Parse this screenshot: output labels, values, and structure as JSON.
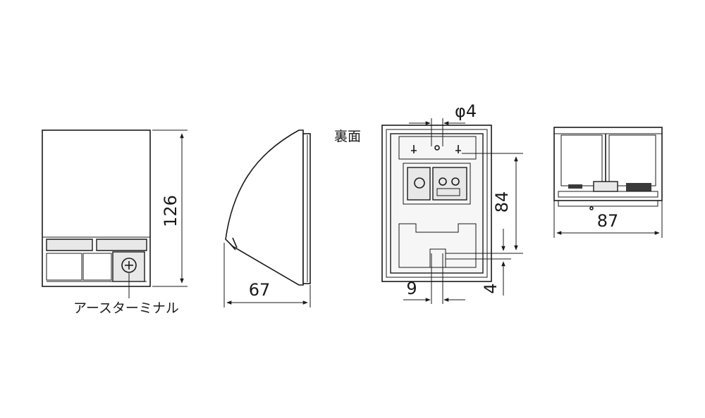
{
  "labels": {
    "back_side": "裏面",
    "earth_terminal": "アースターミナル"
  },
  "dimensions": {
    "height": "126",
    "depth": "67",
    "hole_diameter": "φ4",
    "hole_pitch": "84",
    "offset_horizontal": "9",
    "offset_vertical": "4",
    "width": "87"
  }
}
